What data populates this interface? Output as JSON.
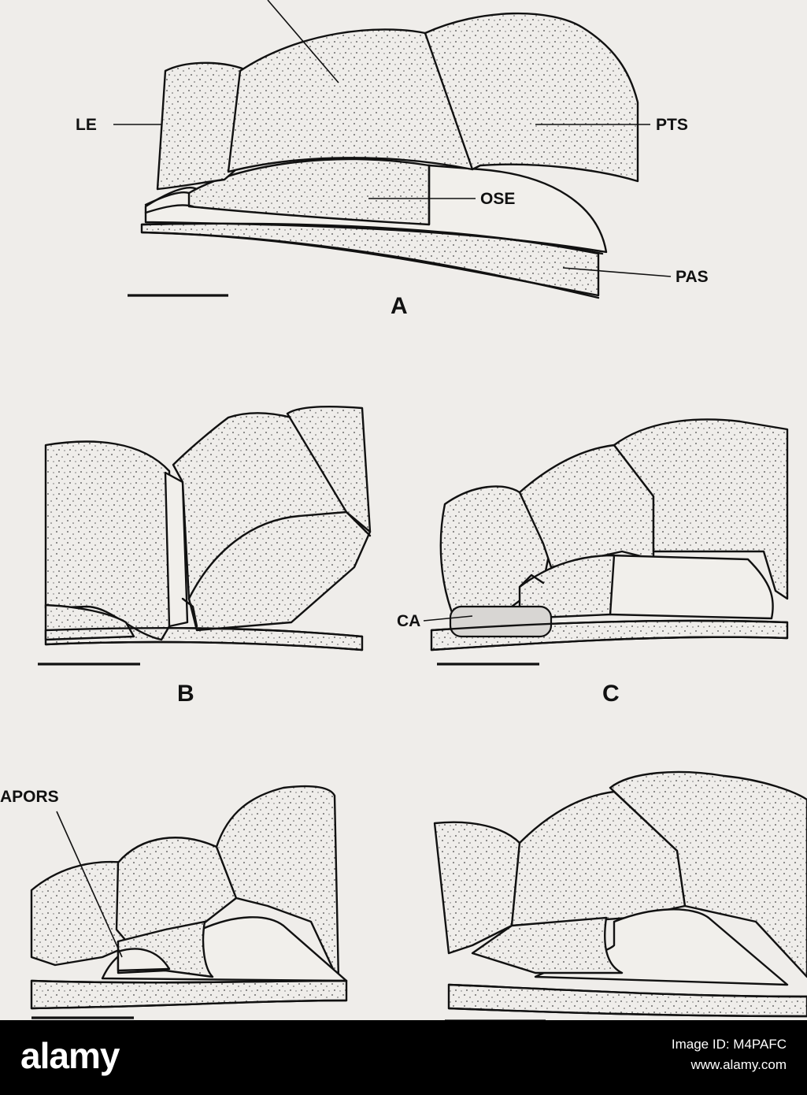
{
  "figure": {
    "labels": {
      "le": "LE",
      "pts": "PTS",
      "ose": "OSE",
      "pas": "PAS",
      "ca": "CA",
      "apors": "APORS"
    },
    "panels": {
      "a": "A",
      "b": "B",
      "c": "C"
    }
  },
  "watermark": {
    "logo": "alamy",
    "image_id_label": "Image ID: M4PAFC",
    "site": "www.alamy.com"
  }
}
